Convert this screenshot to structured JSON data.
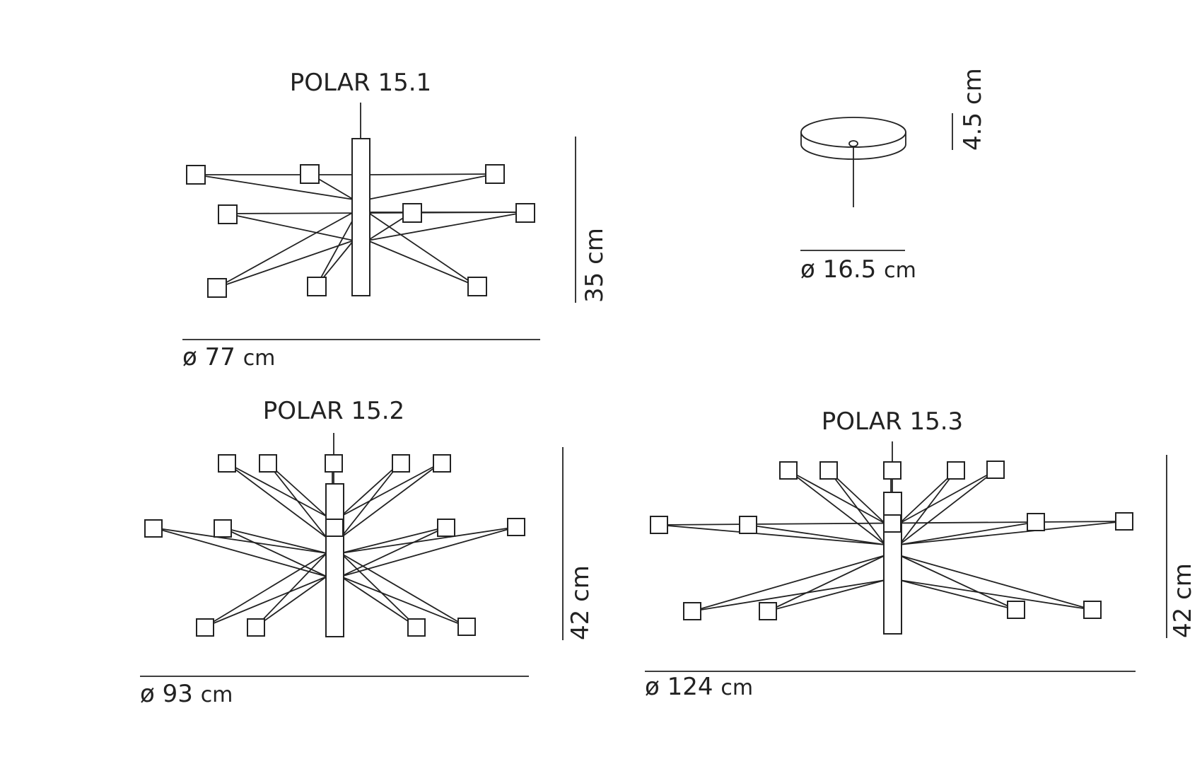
{
  "drawings": [
    {
      "id": "polar-15-1",
      "title": "POLAR 15.1",
      "diameter_value": "ø 77",
      "diameter_unit": "cm",
      "height_label": "35 cm"
    },
    {
      "id": "canopy",
      "diameter_value": "ø 16.5",
      "diameter_unit": "cm",
      "height_label": "4.5 cm"
    },
    {
      "id": "polar-15-2",
      "title": "POLAR 15.2",
      "diameter_value": "ø 93",
      "diameter_unit": "cm",
      "height_label": "42 cm"
    },
    {
      "id": "polar-15-3",
      "title": "POLAR 15.3",
      "diameter_value": "ø 124",
      "diameter_unit": "cm",
      "height_label": "42 cm"
    }
  ],
  "colors": {
    "line": "#222222",
    "background": "#ffffff"
  }
}
